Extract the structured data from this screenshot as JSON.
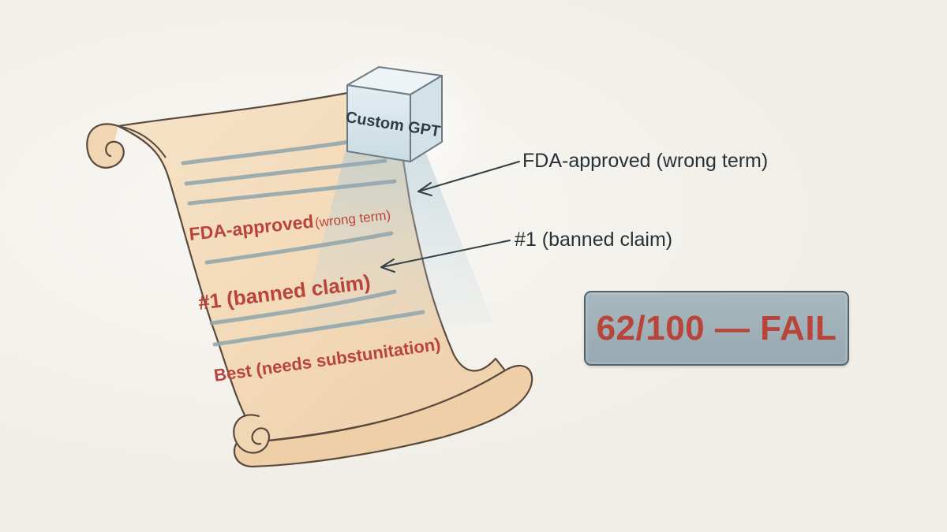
{
  "scroll": {
    "line_1_main": "FDA-approved",
    "line_1_note": "(wrong term)",
    "line_2": "#1 (banned claim)",
    "line_3": "Best (needs substunitation)"
  },
  "cube": {
    "label": "Custom GPT"
  },
  "callouts": {
    "first": "FDA-approved (wrong term)",
    "second": "#1 (banned claim)"
  },
  "score": {
    "text": "62/100 — FAIL"
  },
  "colors": {
    "background": "#f1eee7",
    "flag_red": "#b8443a",
    "ink": "#263238",
    "score_box": "#a0b1b8",
    "parchment": "#f3dcc0"
  }
}
